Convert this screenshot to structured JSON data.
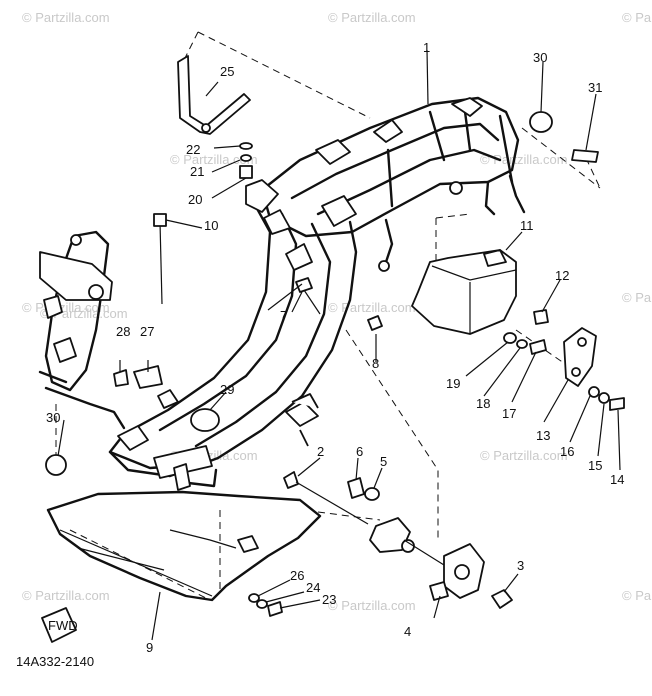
{
  "watermarks": [
    "© Partzilla.com",
    "© Partzilla.com",
    "© Partzilla.com",
    "© Partzilla.com",
    "© Partzilla.com",
    "© Partzilla.com",
    "© Partzilla.com",
    "© Partzilla.com",
    "© Partzilla.com",
    "© Partzilla.com",
    "© Partzilla.com",
    "© Partzilla.com",
    "© Partzilla.com",
    "© Partzilla.com"
  ],
  "callouts": {
    "c1": "1",
    "c2": "2",
    "c3": "3",
    "c4": "4",
    "c5": "5",
    "c6": "6",
    "c7": "7",
    "c8": "8",
    "c9": "9",
    "c10": "10",
    "c11": "11",
    "c12": "12",
    "c13": "13",
    "c14": "14",
    "c15": "15",
    "c16": "16",
    "c17": "17",
    "c18": "18",
    "c19": "19",
    "c20": "20",
    "c21": "21",
    "c22": "22",
    "c23": "23",
    "c24": "24",
    "c25": "25",
    "c26": "26",
    "c27": "27",
    "c28": "28",
    "c29": "29",
    "c30a": "30",
    "c30b": "30",
    "c31": "31"
  },
  "fwd_tag": "FWD",
  "diagram_code": "14A332-2140",
  "colors": {
    "ink": "#111111",
    "watermark": "#c9c9c9",
    "background": "#ffffff"
  }
}
